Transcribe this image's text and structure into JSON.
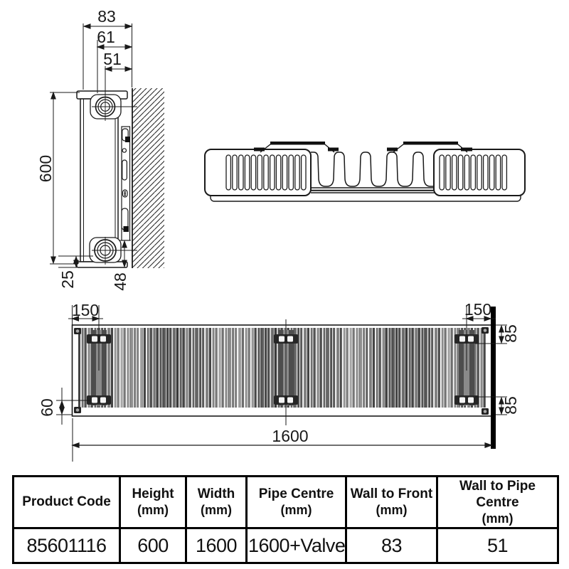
{
  "side_view": {
    "wall_to_front": "83",
    "wall_to_grille": "61",
    "wall_to_pipe_centre": "51",
    "height": "600",
    "pipe_to_bottom": "25",
    "bracket_to_bottom": "48"
  },
  "plan_view": {
    "bracket_offset_left": "150",
    "bracket_offset_right": "150",
    "top_to_bracket": "85",
    "bracket_to_bottom_edge": "85",
    "bottom_clearance": "60",
    "width": "1600"
  },
  "table": {
    "columns": [
      {
        "title": "Product Code",
        "unit": ""
      },
      {
        "title": "Height",
        "unit": "(mm)"
      },
      {
        "title": "Width",
        "unit": "(mm)"
      },
      {
        "title": "Pipe Centre",
        "unit": "(mm)"
      },
      {
        "title": "Wall to Front",
        "unit": "(mm)"
      },
      {
        "title": "Wall to Pipe Centre",
        "unit": "(mm)"
      }
    ],
    "row": [
      "85601116",
      "600",
      "1600",
      "1600+Valve",
      "83",
      "51"
    ]
  }
}
